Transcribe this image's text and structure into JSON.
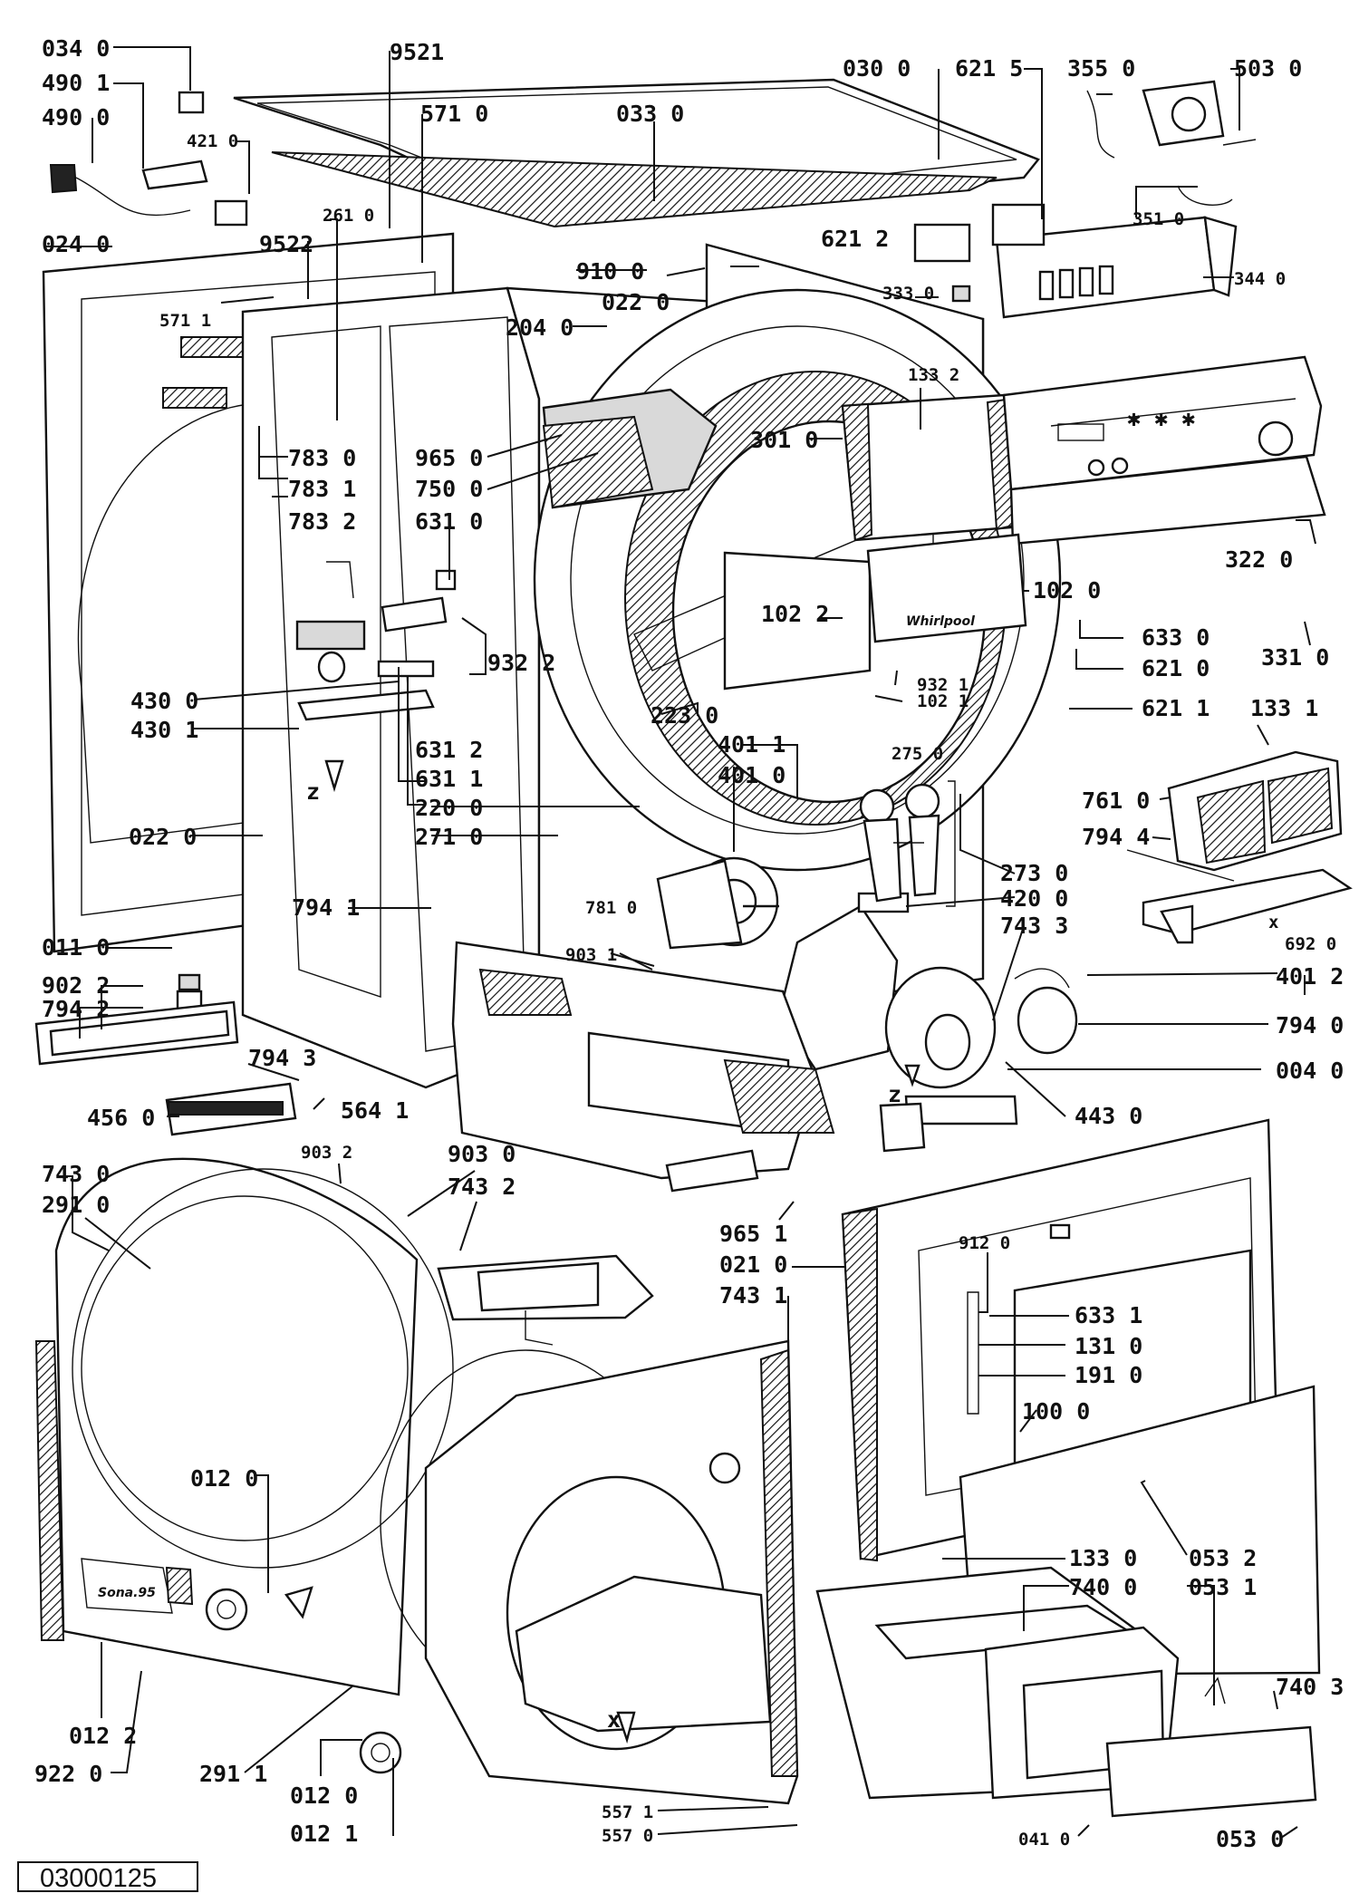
{
  "document_code": "03000125",
  "brand_logo_text": "Whirlpool",
  "rear_panel_marking": "Sona.95",
  "orientation_markers": {
    "z": "z",
    "x": "x"
  },
  "part_labels": [
    "034 0",
    "490 1",
    "490 0",
    "421 0",
    "9521",
    "571 0",
    "033 0",
    "030 0",
    "621 5",
    "355 0",
    "503 0",
    "351 0",
    "024 0",
    "261 0",
    "9522",
    "910 0",
    "022 0",
    "621 2",
    "333 0",
    "344 0",
    "571 1",
    "204 0",
    "783 0",
    "783 1",
    "783 2",
    "965 0",
    "750 0",
    "631 0",
    "133 2",
    "301 0",
    "322 0",
    "102 2",
    "932 2",
    "932 1",
    "102 1",
    "102 0",
    "633 0",
    "621 0",
    "331 0",
    "430 0",
    "430 1",
    "223 0",
    "621 1",
    "133 1",
    "401 1",
    "401 0",
    "275 0",
    "631 2",
    "631 1",
    "220 0",
    "271 0",
    "761 0",
    "794 4",
    "022 0",
    "273 0",
    "420 0",
    "743 3",
    "794 1",
    "781 0",
    "903 1",
    "692 0",
    "011 0",
    "401 2",
    "902 2",
    "794 2",
    "794 0",
    "794 3",
    "004 0",
    "456 0",
    "564 1",
    "443 0",
    "903 2",
    "903 0",
    "743 0",
    "291 0",
    "743 2",
    "965 1",
    "021 0",
    "912 0",
    "743 1",
    "633 1",
    "131 0",
    "191 0",
    "100 0",
    "012 0",
    "133 0",
    "053 2",
    "740 0",
    "053 1",
    "740 3",
    "012 2",
    "922 0",
    "291 1",
    "012 0",
    "012 1",
    "557 1",
    "557 0",
    "041 0",
    "053 0"
  ]
}
